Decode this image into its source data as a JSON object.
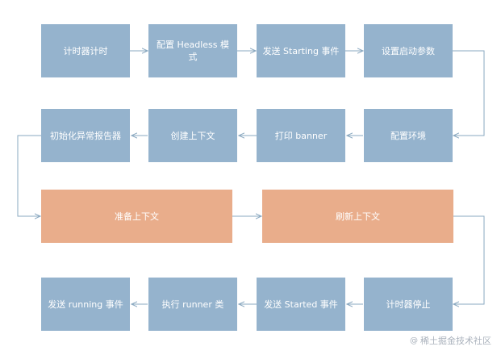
{
  "nodes": {
    "start_timer": "计时器计时",
    "configure_headless": "配置 Headless 模式",
    "send_starting_event": "发送 Starting 事件",
    "set_startup_args": "设置启动参数",
    "configure_environment": "配置环境",
    "print_banner": "打印 banner",
    "create_context": "创建上下文",
    "init_exception_reporter": "初始化异常报告器",
    "prepare_context": "准备上下文",
    "refresh_context": "刷新上下文",
    "stop_timer": "计时器停止",
    "send_started_event": "发送 Started 事件",
    "execute_runner": "执行 runner 类",
    "send_running_event": "发送 running 事件"
  },
  "watermark": {
    "icon": "at-sign-icon",
    "text": "稀土掘金技术社区"
  },
  "colors": {
    "step_fill": "#95b3cd",
    "highlight_fill": "#e9ad8b",
    "connector": "#8aa8c0",
    "text": "#ffffff",
    "watermark": "#aab2bc"
  }
}
